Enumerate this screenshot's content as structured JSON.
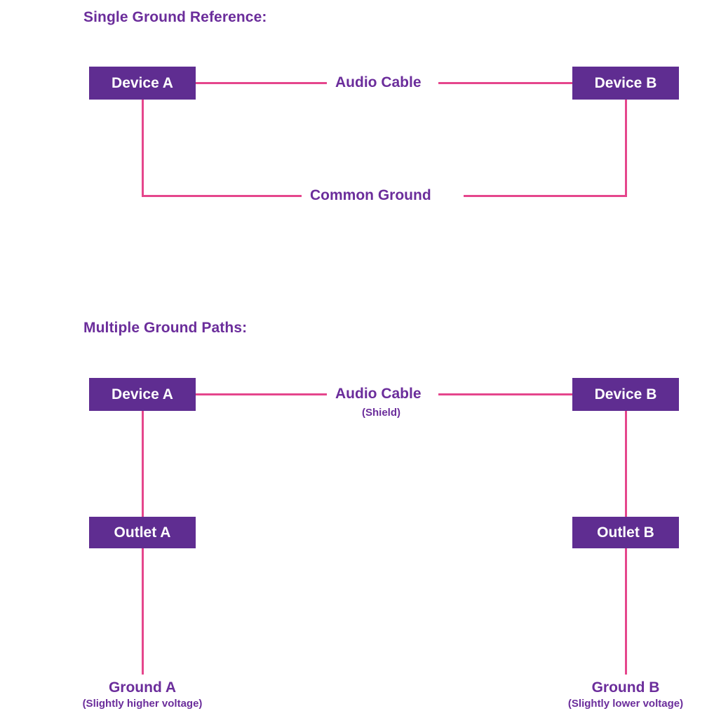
{
  "diagram": {
    "title_single": "Single Ground Reference:",
    "title_multiple": "Multiple Ground Paths:",
    "colors": {
      "box_fill": "#5F2D91",
      "box_text": "#FFFFFF",
      "label_text": "#6B2D9B",
      "wire": "#E5468C",
      "background": "#FFFFFF"
    },
    "single_ground": {
      "device_a": "Device A",
      "device_b": "Device B",
      "audio_cable_label": "Audio Cable",
      "common_ground_label": "Common Ground"
    },
    "multiple_ground": {
      "device_a": "Device A",
      "device_b": "Device B",
      "outlet_a": "Outlet A",
      "outlet_b": "Outlet B",
      "audio_cable_label": "Audio Cable",
      "audio_cable_sublabel": "(Shield)",
      "ground_a_title": "Ground A",
      "ground_a_note": "(Slightly higher voltage)",
      "ground_b_title": "Ground B",
      "ground_b_note": "(Slightly lower voltage)"
    }
  }
}
